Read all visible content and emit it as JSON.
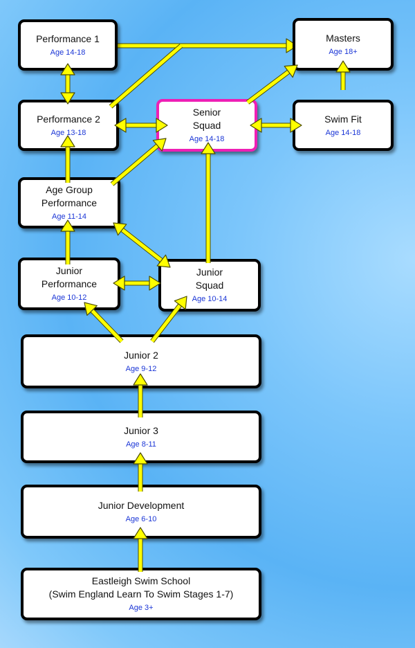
{
  "nodes": {
    "performance1": {
      "title": "Performance 1",
      "age": "Age 14-18"
    },
    "masters": {
      "title": "Masters",
      "age": "Age 18+"
    },
    "performance2": {
      "title": "Performance 2",
      "age": "Age 13-18"
    },
    "senior_squad": {
      "title": "Senior\nSquad",
      "age": "Age 14-18"
    },
    "swim_fit": {
      "title": "Swim Fit",
      "age": "Age 14-18"
    },
    "age_group_performance": {
      "title": "Age Group\nPerformance",
      "age": "Age 11-14"
    },
    "junior_performance": {
      "title": "Junior\nPerformance",
      "age": "Age 10-12"
    },
    "junior_squad": {
      "title": "Junior\nSquad",
      "age": "Age 10-14"
    },
    "junior2": {
      "title": "Junior 2",
      "age": "Age 9-12"
    },
    "junior3": {
      "title": "Junior 3",
      "age": "Age 8-11"
    },
    "junior_development": {
      "title": "Junior Development",
      "age": "Age 6-10"
    },
    "swim_school": {
      "title": "Eastleigh Swim School\n(Swim England Learn To Swim Stages 1-7)",
      "age": "Age 3+"
    }
  },
  "connections": [
    {
      "from": "performance1",
      "to": "masters",
      "direction": "one-way"
    },
    {
      "from": "performance2",
      "to": "masters",
      "direction": "one-way"
    },
    {
      "from": "performance1",
      "to": "performance2",
      "direction": "two-way"
    },
    {
      "from": "performance2",
      "to": "senior_squad",
      "direction": "two-way"
    },
    {
      "from": "senior_squad",
      "to": "swim_fit",
      "direction": "two-way"
    },
    {
      "from": "senior_squad",
      "to": "masters",
      "direction": "one-way"
    },
    {
      "from": "swim_fit",
      "to": "masters",
      "direction": "one-way"
    },
    {
      "from": "age_group_performance",
      "to": "performance2",
      "direction": "one-way"
    },
    {
      "from": "age_group_performance",
      "to": "senior_squad",
      "direction": "one-way"
    },
    {
      "from": "junior_squad",
      "to": "senior_squad",
      "direction": "one-way"
    },
    {
      "from": "age_group_performance",
      "to": "junior_squad",
      "direction": "two-way"
    },
    {
      "from": "junior_performance",
      "to": "age_group_performance",
      "direction": "one-way"
    },
    {
      "from": "junior_performance",
      "to": "junior_squad",
      "direction": "two-way"
    },
    {
      "from": "junior2",
      "to": "junior_performance",
      "direction": "one-way"
    },
    {
      "from": "junior2",
      "to": "junior_squad",
      "direction": "one-way"
    },
    {
      "from": "junior3",
      "to": "junior2",
      "direction": "one-way"
    },
    {
      "from": "junior_development",
      "to": "junior3",
      "direction": "one-way"
    },
    {
      "from": "swim_school",
      "to": "junior_development",
      "direction": "one-way"
    }
  ],
  "colors": {
    "arrow": "#ffff00",
    "arrow_outline": "#4d4d00",
    "node_border": "#000000",
    "highlight_border": "#ee1fb5",
    "age_text": "#1a35d6"
  }
}
